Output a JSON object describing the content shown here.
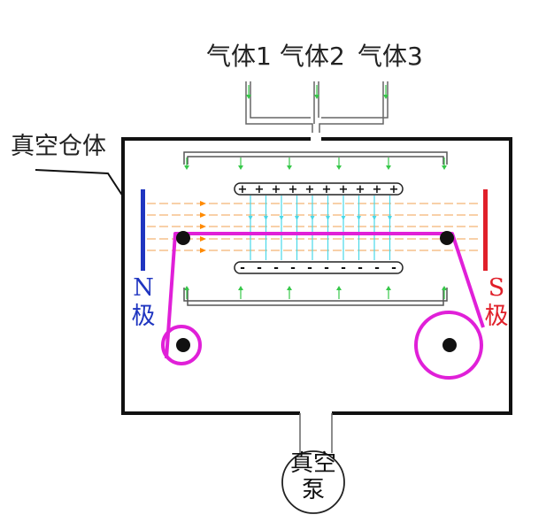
{
  "labels": {
    "gas1": "气体1",
    "gas2": "气体2",
    "gas3": "气体3",
    "chamber": "真空仓体",
    "n_pole": "N极",
    "s_pole": "S极",
    "pump": "真空泵"
  },
  "electrodes": {
    "top_sign": "+",
    "bottom_sign": "-",
    "count": 10
  },
  "colors": {
    "outline": "#111111",
    "gas_arrow": "#37c84a",
    "n_magnet": "#1f35c0",
    "s_magnet": "#e0202a",
    "web": "#e020d8",
    "field_line": "#f0a050",
    "field_arrow": "#ff8a00",
    "plasma": "#4ad8e8"
  }
}
